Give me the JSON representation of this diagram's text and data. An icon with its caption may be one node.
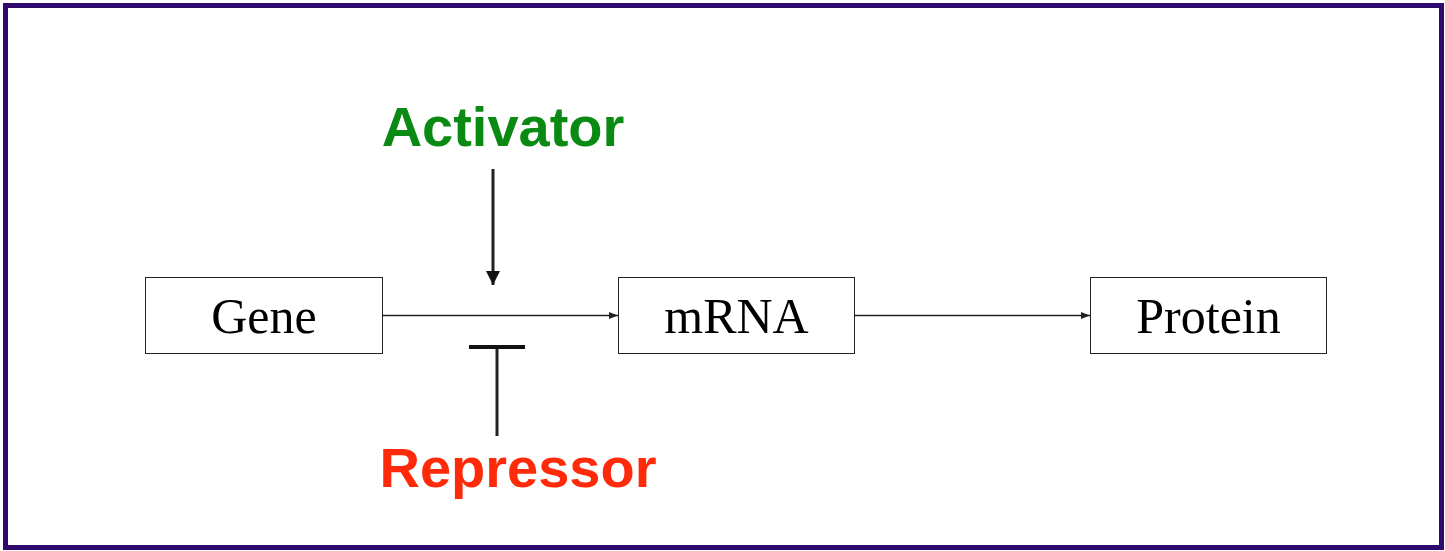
{
  "diagram": {
    "nodes": [
      {
        "text": [
          "Gene"
        ]
      },
      {
        "text": [
          "mRNA"
        ]
      },
      {
        "text": [
          "Protein"
        ]
      },
      {
        "text": [
          "Activator"
        ]
      },
      {
        "text": [
          "Repressor"
        ]
      }
    ],
    "edges": [
      {
        "from": 0,
        "to": 1,
        "arrow": "to"
      },
      {
        "from": 1,
        "to": 2,
        "arrow": "to"
      },
      {
        "from": 3,
        "to": null,
        "arrow": "to"
      },
      {
        "from": 4,
        "to": null,
        "arrow": "other"
      }
    ]
  }
}
